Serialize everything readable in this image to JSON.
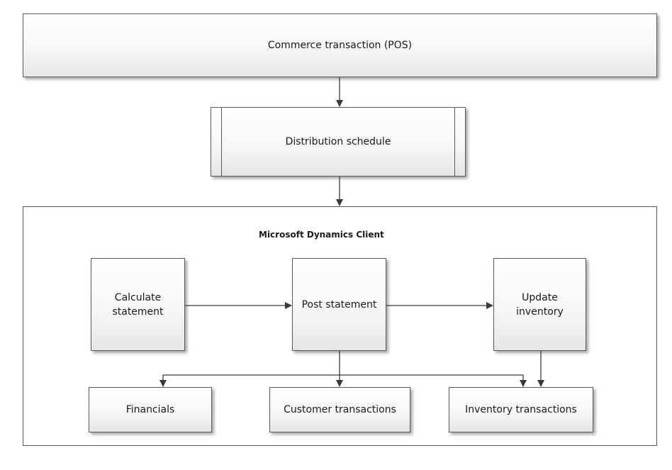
{
  "nodes": {
    "commerce_transaction": "Commerce transaction (POS)",
    "distribution_schedule": "Distribution schedule",
    "client_group_title": "Microsoft Dynamics Client",
    "calculate_statement": "Calculate\nstatement",
    "post_statement": "Post statement",
    "update_inventory": "Update\ninventory",
    "financials": "Financials",
    "customer_transactions": "Customer transactions",
    "inventory_transactions": "Inventory transactions"
  },
  "edges": [
    {
      "from": "commerce_transaction",
      "to": "distribution_schedule"
    },
    {
      "from": "distribution_schedule",
      "to": "microsoft_dynamics_client"
    },
    {
      "from": "calculate_statement",
      "to": "post_statement"
    },
    {
      "from": "post_statement",
      "to": "update_inventory"
    },
    {
      "from": "post_statement",
      "to": "financials"
    },
    {
      "from": "post_statement",
      "to": "customer_transactions"
    },
    {
      "from": "post_statement",
      "to": "inventory_transactions"
    },
    {
      "from": "update_inventory",
      "to": "inventory_transactions"
    }
  ]
}
